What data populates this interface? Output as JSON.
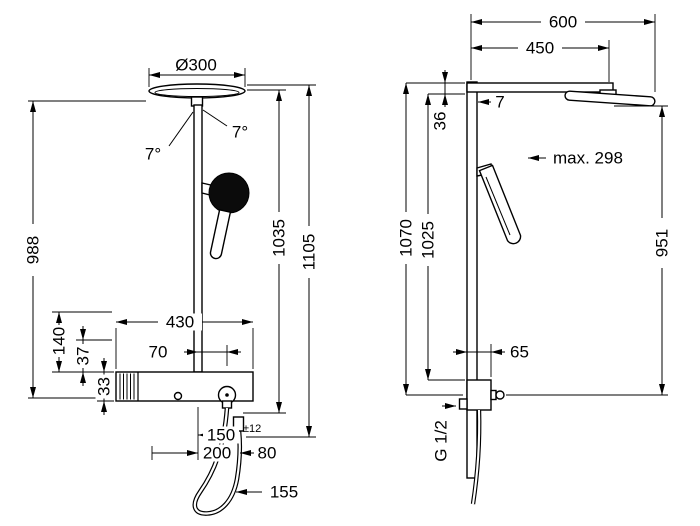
{
  "page": {
    "background": "#ffffff",
    "line_color": "#000000",
    "description": "Technical dimension drawing of a showerpipe (overhead shower, hand shower, thermostat) in front and side view"
  },
  "front_view": {
    "dims": {
      "head_diameter": "Ø300",
      "tilt_right": "7°",
      "tilt_left": "7°",
      "height_988": "988",
      "height_140": "140",
      "height_37": "37",
      "height_33": "33",
      "height_1035": "1035",
      "height_1105": "1105",
      "width_430": "430",
      "width_70": "70",
      "width_150": "150",
      "tolerance_150": "±12",
      "width_200": "200",
      "width_80": "80",
      "width_155": "155"
    }
  },
  "side_view": {
    "dims": {
      "width_600": "600",
      "width_450": "450",
      "offset_7": "7",
      "offset_36": "36",
      "max_reach": "max. 298",
      "height_1070": "1070",
      "height_1025": "1025",
      "height_951": "951",
      "depth_65": "65",
      "thread": "G 1/2"
    }
  }
}
